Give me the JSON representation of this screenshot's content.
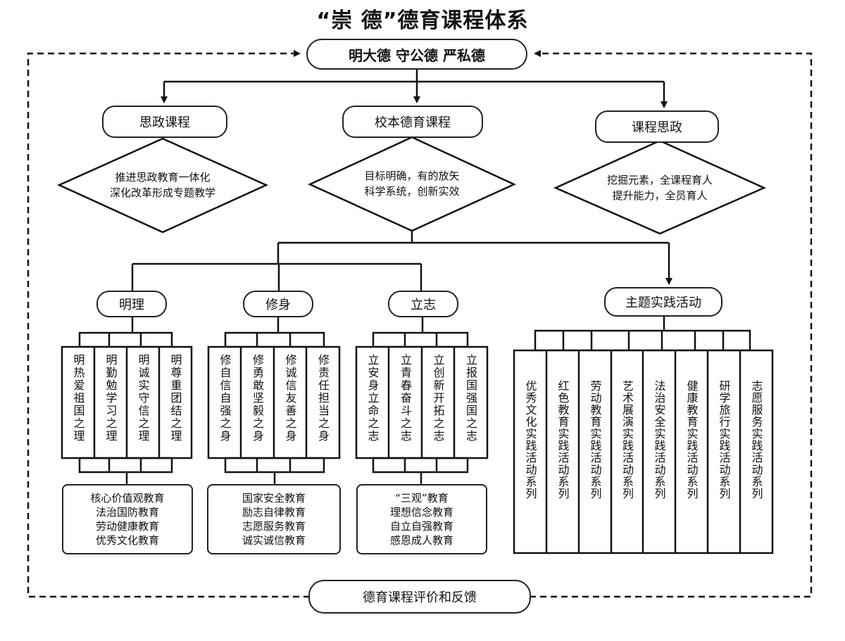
{
  "title": "“崇  德”德育课程体系",
  "top_goal": "明大德  守公德  严私德",
  "branches": [
    {
      "label": "思政课程",
      "diamond": [
        "推进思政教育一体化",
        "深化改革形成专题教学"
      ]
    },
    {
      "label": "校本德育课程",
      "diamond": [
        "目标明确，有的放矢",
        "科学系统，创新实效"
      ]
    },
    {
      "label": "课程思政",
      "diamond": [
        "挖掘元素，全课程育人",
        "提升能力，全员育人"
      ]
    }
  ],
  "categories": [
    {
      "label": "明理",
      "items": [
        "明热爱祖国之理",
        "明勤勉学习之理",
        "明诚实守信之理",
        "明尊重团结之理"
      ],
      "education": [
        "核心价值观教育",
        "法治国防教育",
        "劳动健康教育",
        "优秀文化教育"
      ]
    },
    {
      "label": "修身",
      "items": [
        "修自信自强之身",
        "修勇敢坚毅之身",
        "修诚信友善之身",
        "修责任担当之身"
      ],
      "education": [
        "国家安全教育",
        "励志自律教育",
        "志愿服务教育",
        "诚实诚信教育"
      ]
    },
    {
      "label": "立志",
      "items": [
        "立安身立命之志",
        "立青春奋斗之志",
        "立创新开拓之志",
        "立报国强国之志"
      ],
      "education": [
        "“三观”教育",
        "理想信念教育",
        "自立自强教育",
        "感恩成人教育"
      ]
    }
  ],
  "practice": {
    "label": "主题实践活动",
    "items": [
      "优秀文化实践活动系列",
      "红色教育实践活动系列",
      "劳动教育实践活动系列",
      "艺术展演实践活动系列",
      "法治安全实践活动系列",
      "健康教育实践活动系列",
      "研学旅行实践活动系列",
      "志愿服务实践活动系列"
    ]
  },
  "feedback": "德育课程评价和反馈"
}
